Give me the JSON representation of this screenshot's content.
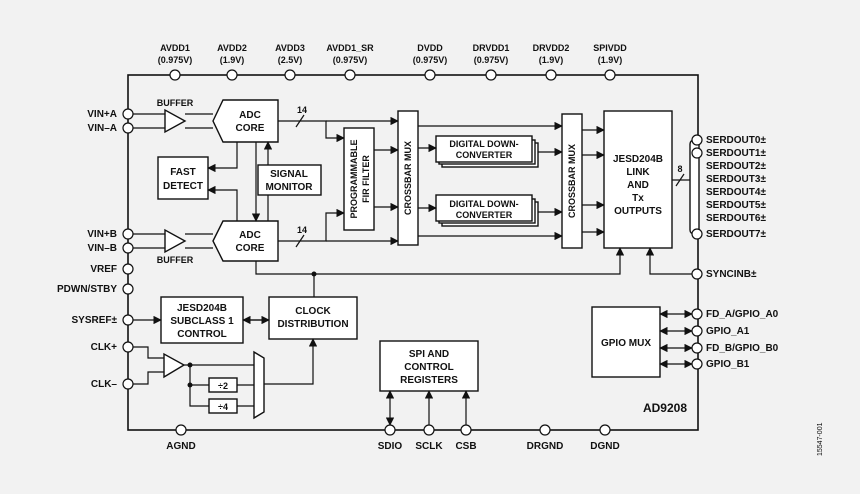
{
  "chip": {
    "name": "AD9208",
    "figure_id": "15547-001"
  },
  "top_pins": [
    {
      "name": "AVDD1",
      "volt": "(0.975V)"
    },
    {
      "name": "AVDD2",
      "volt": "(1.9V)"
    },
    {
      "name": "AVDD3",
      "volt": "(2.5V)"
    },
    {
      "name": "AVDD1_SR",
      "volt": "(0.975V)"
    },
    {
      "name": "DVDD",
      "volt": "(0.975V)"
    },
    {
      "name": "DRVDD1",
      "volt": "(0.975V)"
    },
    {
      "name": "DRVDD2",
      "volt": "(1.9V)"
    },
    {
      "name": "SPIVDD",
      "volt": "(1.9V)"
    }
  ],
  "left_pins": {
    "vin_a_pos": "VIN+A",
    "vin_a_neg": "VIN–A",
    "vin_b_pos": "VIN+B",
    "vin_b_neg": "VIN–B",
    "vref": "VREF",
    "pdwn": "PDWN/STBY",
    "sysref": "SYSREF±",
    "clk_pos": "CLK+",
    "clk_neg": "CLK–"
  },
  "right_pins": {
    "serdout": [
      "SERDOUT0±",
      "SERDOUT1±",
      "SERDOUT2±",
      "SERDOUT3±",
      "SERDOUT4±",
      "SERDOUT5±",
      "SERDOUT6±",
      "SERDOUT7±"
    ],
    "syncinb": "SYNCINB±",
    "gpio": [
      "FD_A/GPIO_A0",
      "GPIO_A1",
      "FD_B/GPIO_B0",
      "GPIO_B1"
    ]
  },
  "bottom_pins": [
    "AGND",
    "SDIO",
    "SCLK",
    "CSB",
    "DRGND",
    "DGND"
  ],
  "blocks": {
    "buffer": "BUFFER",
    "adc_core": [
      "ADC",
      "CORE"
    ],
    "fast_detect": [
      "FAST",
      "DETECT"
    ],
    "signal_monitor": [
      "SIGNAL",
      "MONITOR"
    ],
    "fir_filter": [
      "PROGRAMMABLE",
      "FIR FILTER"
    ],
    "crossbar_mux": "CROSSBAR MUX",
    "ddc": [
      "DIGITAL DOWN-",
      "CONVERTER"
    ],
    "jesd_link": [
      "JESD204B",
      "LINK",
      "AND",
      "Tx",
      "OUTPUTS"
    ],
    "jesd_subclass": [
      "JESD204B",
      "SUBCLASS 1",
      "CONTROL"
    ],
    "clock_dist": [
      "CLOCK",
      "DISTRIBUTION"
    ],
    "spi_regs": [
      "SPI AND",
      "CONTROL",
      "REGISTERS"
    ],
    "gpio_mux": "GPIO MUX",
    "div2": "÷2",
    "div4": "÷4"
  },
  "bus_labels": {
    "adc_width": "14",
    "lane_count": "8"
  }
}
